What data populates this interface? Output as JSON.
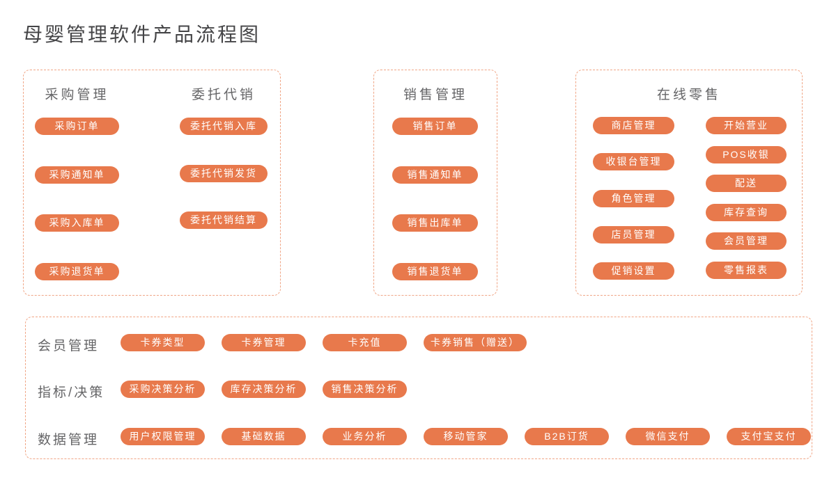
{
  "page_title": "母婴管理软件产品流程图",
  "colors": {
    "accent": "#E8794C",
    "panel_border": "#F0A585",
    "heading_text": "#656567",
    "title_text": "#454547",
    "pill_text": "#FFFFFF"
  },
  "panels": {
    "purchase": {
      "columns": [
        {
          "header": "采购管理",
          "buttons": [
            "采购订单",
            "采购通知单",
            "采购入库单",
            "采购退货单"
          ]
        },
        {
          "header": "委托代销",
          "buttons": [
            "委托代销入库",
            "委托代销发货",
            "委托代销结算"
          ]
        }
      ]
    },
    "sales": {
      "header": "销售管理",
      "buttons": [
        "销售订单",
        "销售通知单",
        "销售出库单",
        "销售退货单"
      ]
    },
    "retail": {
      "header": "在线零售",
      "columns": [
        {
          "buttons": [
            "商店管理",
            "收银台管理",
            "角色管理",
            "店员管理",
            "促销设置"
          ]
        },
        {
          "buttons": [
            "开始营业",
            "POS收银",
            "配送",
            "库存查询",
            "会员管理",
            "零售报表"
          ]
        }
      ]
    },
    "bottom": {
      "rows": [
        {
          "label": "会员管理",
          "buttons": [
            "卡券类型",
            "卡券管理",
            "卡充值",
            "卡券销售（赠送）"
          ]
        },
        {
          "label": "指标/决策",
          "buttons": [
            "采购决策分析",
            "库存决策分析",
            "销售决策分析"
          ]
        },
        {
          "label": "数据管理",
          "buttons": [
            "用户权限管理",
            "基础数据",
            "业务分析",
            "移动管家",
            "B2B订货",
            "微信支付",
            "支付宝支付"
          ]
        }
      ]
    }
  }
}
